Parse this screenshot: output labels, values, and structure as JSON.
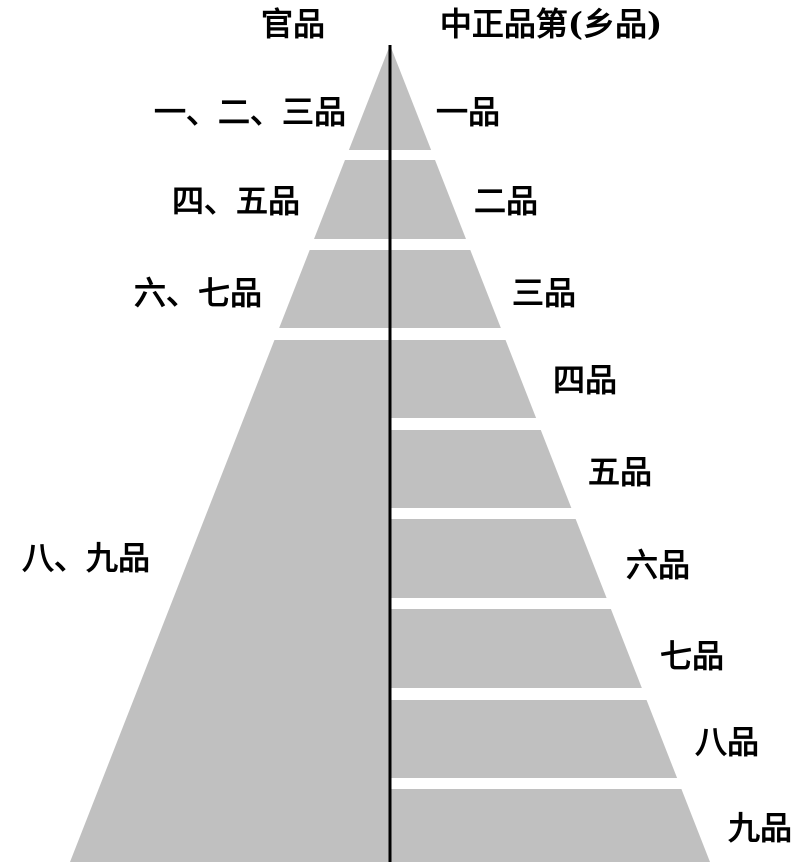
{
  "header": {
    "left_title": "官品",
    "right_title": "中正品第(乡品)"
  },
  "left_tiers": [
    "一、二、三品",
    "四、五品",
    "六、七品",
    "八、九品"
  ],
  "right_tiers": [
    "一品",
    "二品",
    "三品",
    "四品",
    "五品",
    "六品",
    "七品",
    "八品",
    "九品"
  ],
  "colors": {
    "fill": "#c0c0c0",
    "divider": "#000000",
    "text": "#000000",
    "background": "#ffffff"
  }
}
